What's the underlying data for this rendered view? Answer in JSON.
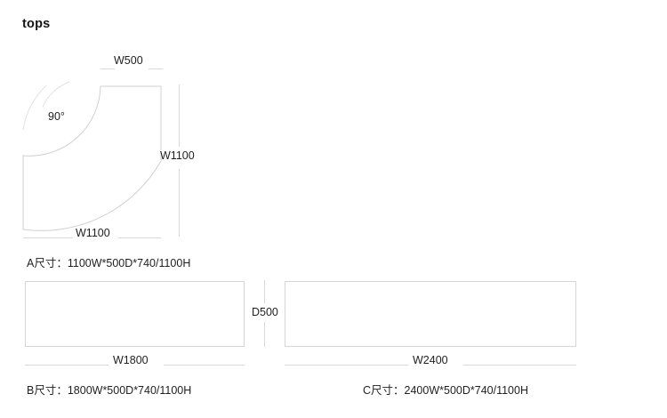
{
  "page": {
    "title": "tops",
    "background_color": "#ffffff",
    "line_color": "#d6d6d6",
    "text_color": "#1f1f1f"
  },
  "items": [
    {
      "id": "A",
      "shape": "corner-quarter-round",
      "spec_label": "A尺寸：1100W*500D*740/1100H",
      "dimensions": {
        "top": "W500",
        "right": "W1100",
        "bottom": "W1100",
        "angle": "90°"
      }
    },
    {
      "id": "B",
      "shape": "rectangle",
      "spec_label": "B尺寸：1800W*500D*740/1100H",
      "dimensions": {
        "bottom": "W1800",
        "depth": "D500"
      }
    },
    {
      "id": "C",
      "shape": "rectangle",
      "spec_label": "C尺寸：2400W*500D*740/1100H",
      "dimensions": {
        "bottom": "W2400"
      }
    }
  ],
  "labels": {
    "a_top_width": "W500",
    "a_right_width": "W1100",
    "a_bottom_width": "W1100",
    "a_angle": "90°",
    "a_spec": "A尺寸：1100W*500D*740/1100H",
    "b_bottom_width": "W1800",
    "bc_depth": "D500",
    "b_spec": "B尺寸：1800W*500D*740/1100H",
    "c_bottom_width": "W2400",
    "c_spec": "C尺寸：2400W*500D*740/1100H"
  }
}
